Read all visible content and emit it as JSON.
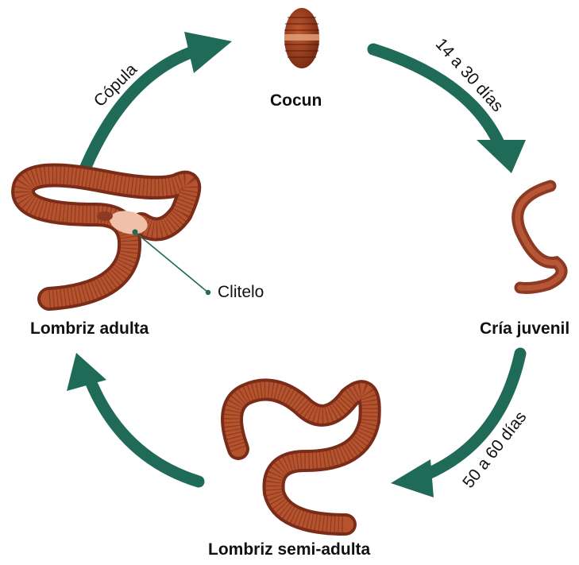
{
  "stages": {
    "cocoon": "Cocun",
    "juvenile": "Cría juvenil",
    "semi_adult": "Lombriz  semi-adulta",
    "adult": "Lombriz adulta"
  },
  "transitions": {
    "copula": "Cópula",
    "cocoon_to_juvenile": "14 a 30 días",
    "juvenile_to_semi_adult": "50 a 60 días"
  },
  "annotations": {
    "clitellum": "Clitelo"
  },
  "colors": {
    "arrow": "#1f6b57",
    "worm_body": "#a94a2e",
    "worm_dark": "#7a2c18",
    "worm_light": "#d9826a",
    "clitellum": "#f0c0a8",
    "cocoon": "#9a3d1e"
  }
}
